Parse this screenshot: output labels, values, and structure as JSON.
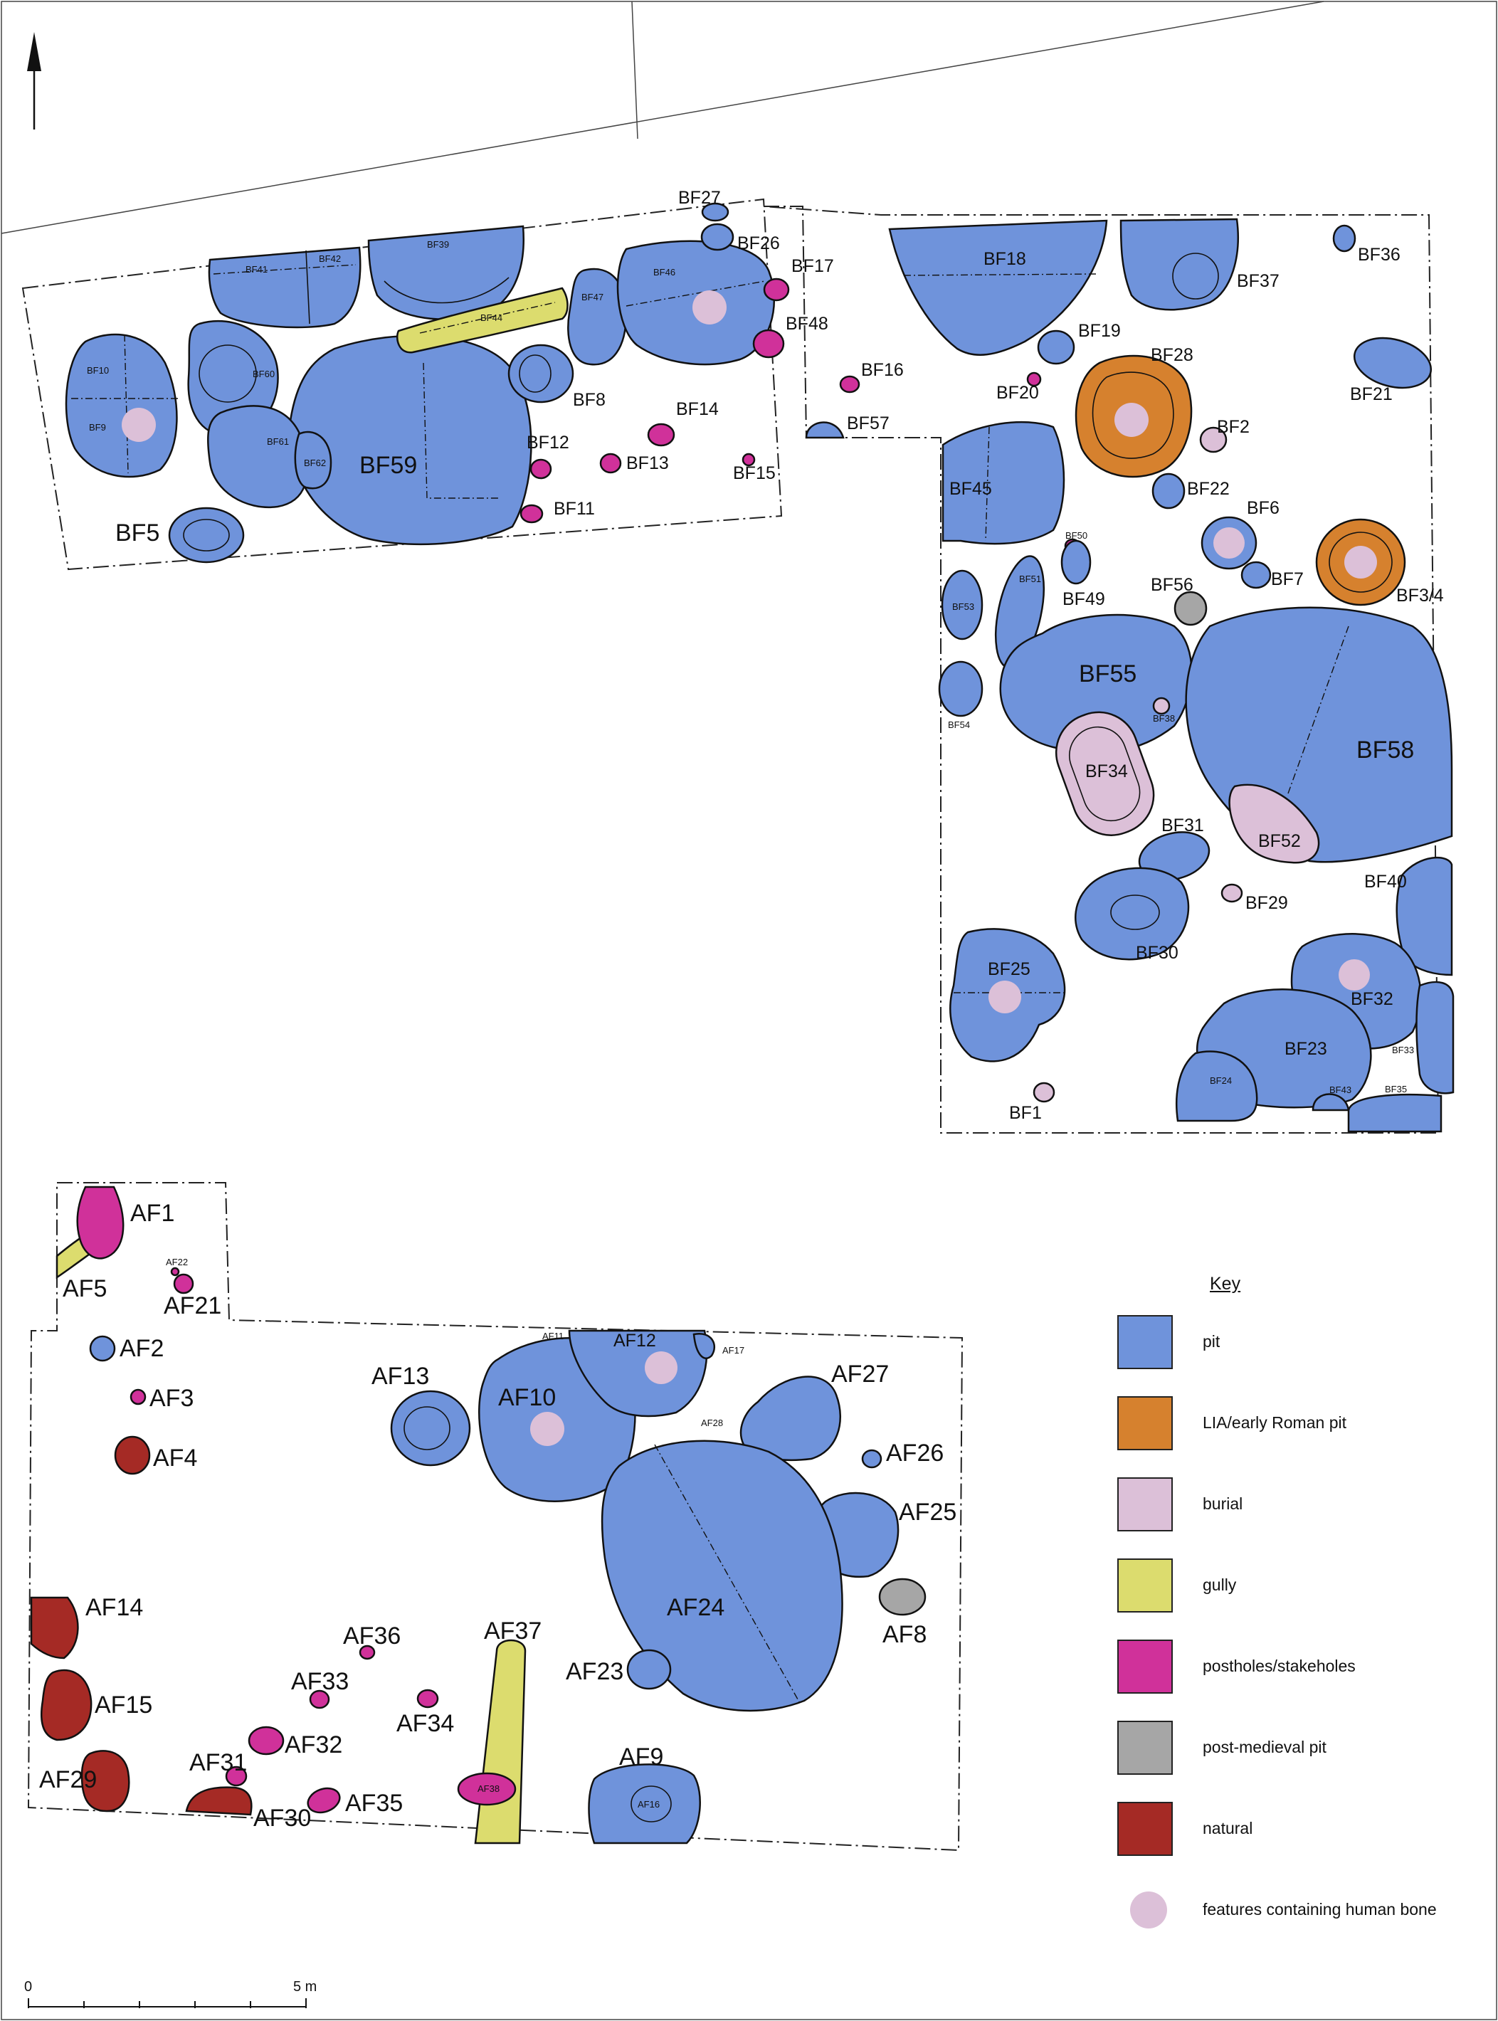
{
  "colors": {
    "pit": "#6f93db",
    "lia_pit": "#d6812e",
    "burial": "#dcc0d8",
    "gully": "#dcdc6e",
    "postholes": "#d0319a",
    "post_medieval": "#a6a6a6",
    "natural": "#a52a25",
    "human_bone": "#dcc0d8"
  },
  "scale": {
    "start": "0",
    "end": "5 m"
  },
  "key": {
    "title": "Key",
    "items": [
      {
        "label": "pit",
        "color": "#6f93db",
        "shape": "square"
      },
      {
        "label": "LIA/early Roman pit",
        "color": "#d6812e",
        "shape": "square"
      },
      {
        "label": "burial",
        "color": "#dcc0d8",
        "shape": "square"
      },
      {
        "label": "gully",
        "color": "#dcdc6e",
        "shape": "square"
      },
      {
        "label": "postholes/stakeholes",
        "color": "#d0319a",
        "shape": "square"
      },
      {
        "label": "post-medieval pit",
        "color": "#a6a6a6",
        "shape": "square"
      },
      {
        "label": "natural",
        "color": "#a52a25",
        "shape": "square"
      },
      {
        "label": "features containing human bone",
        "color": "#dcc0d8",
        "shape": "circle"
      }
    ]
  },
  "labels": {
    "BF5": "BF5",
    "BF59": "BF59",
    "BF55": "BF55",
    "BF58": "BF58",
    "BF27": "BF27",
    "BF26": "BF26",
    "BF17": "BF17",
    "BF48": "BF48",
    "BF16": "BF16",
    "BF57": "BF57",
    "BF14": "BF14",
    "BF13": "BF13",
    "BF15": "BF15",
    "BF12": "BF12",
    "BF11": "BF11",
    "BF8": "BF8",
    "BF18": "BF18",
    "BF19": "BF19",
    "BF20": "BF20",
    "BF28": "BF28",
    "BF36": "BF36",
    "BF37": "BF37",
    "BF21": "BF21",
    "BF2": "BF2",
    "BF22": "BF22",
    "BF6": "BF6",
    "BF7": "BF7",
    "BF3_4": "BF3/4",
    "BF45": "BF45",
    "BF49": "BF49",
    "BF56": "BF56",
    "BF34": "BF34",
    "BF52": "BF52",
    "BF31": "BF31",
    "BF29": "BF29",
    "BF30": "BF30",
    "BF40": "BF40",
    "BF25": "BF25",
    "BF32": "BF32",
    "BF23": "BF23",
    "BF1": "BF1",
    "BF41": "BF41",
    "BF42": "BF42",
    "BF39": "BF39",
    "BF44": "BF44",
    "BF47": "BF47",
    "BF46": "BF46",
    "BF10": "BF10",
    "BF9": "BF9",
    "BF60": "BF60",
    "BF61": "BF61",
    "BF62": "BF62",
    "BF50": "BF50",
    "BF51": "BF51",
    "BF53": "BF53",
    "BF54": "BF54",
    "BF38": "BF38",
    "BF33": "BF33",
    "BF24": "BF24",
    "BF43": "BF43",
    "BF35": "BF35",
    "AF1": "AF1",
    "AF5": "AF5",
    "AF22": "AF22",
    "AF21": "AF21",
    "AF2": "AF2",
    "AF3": "AF3",
    "AF4": "AF4",
    "AF13": "AF13",
    "AF10": "AF10",
    "AF11": "AF11",
    "AF12": "AF12",
    "AF17": "AF17",
    "AF27": "AF27",
    "AF28": "AF28",
    "AF26": "AF26",
    "AF25": "AF25",
    "AF24": "AF24",
    "AF8": "AF8",
    "AF23": "AF23",
    "AF14": "AF14",
    "AF36": "AF36",
    "AF37": "AF37",
    "AF15": "AF15",
    "AF33": "AF33",
    "AF34": "AF34",
    "AF32": "AF32",
    "AF29": "AF29",
    "AF31": "AF31",
    "AF30": "AF30",
    "AF35": "AF35",
    "AF9": "AF9",
    "AF38": "AF38",
    "AF16": "AF16"
  }
}
